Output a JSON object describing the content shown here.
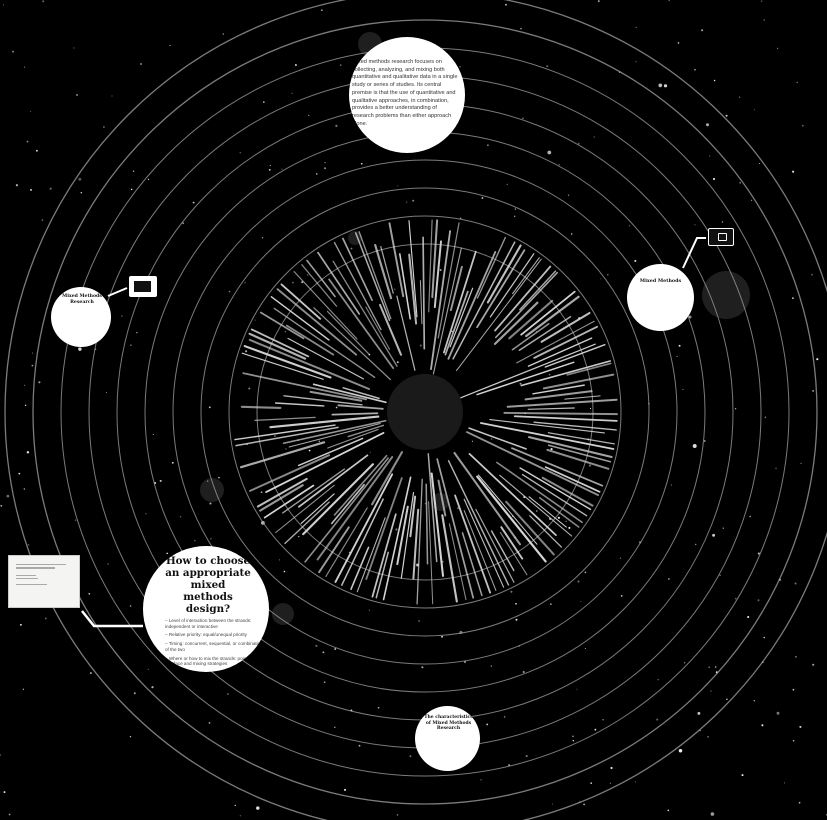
{
  "scene": {
    "background": "#000000",
    "ring_color": "#9a9a9a",
    "burst_color": "#d8d8d8"
  },
  "bubbles": {
    "definition": {
      "text": "Mixed methods research focuses on collecting, analyzing, and mixing both quantitative and qualitative data in a single study or series of studies. Its central premise is that the use of quantitative and qualitative approaches, in combination, provides a better understanding of research problems than either approach alone."
    },
    "left": {
      "title": "Mixed Methods Research"
    },
    "right": {
      "title": "Mixed Methods"
    },
    "choose": {
      "title": "How to choose an appropriate mixed methods design?",
      "points": [
        "– Level of interaction between the strands: independent or interactive",
        "– Relative priority: equal/unequal priority",
        "– Timing: concurrent, sequential, or combination of the two",
        "– Where or how to mix the strands: point of interface and mixing strategies"
      ]
    },
    "characteristics": {
      "title": "The characteristics of Mixed Methods Research"
    }
  },
  "icons": {
    "left_screen": "monitor-icon",
    "right_screen": "monitor-icon"
  }
}
